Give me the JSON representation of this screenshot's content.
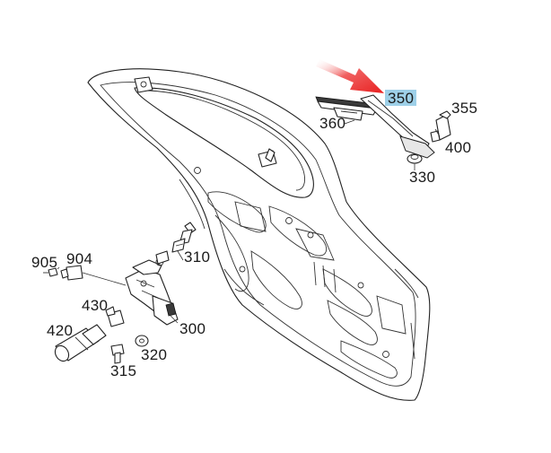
{
  "highlight_color": "#9ed0e8",
  "arrow_color": "#e82020",
  "callouts": [
    {
      "id": "350",
      "text": "350",
      "highlighted": true
    },
    {
      "id": "355",
      "text": "355"
    },
    {
      "id": "360",
      "text": "360"
    },
    {
      "id": "400",
      "text": "400"
    },
    {
      "id": "330",
      "text": "330"
    },
    {
      "id": "310",
      "text": "310"
    },
    {
      "id": "905",
      "text": "905"
    },
    {
      "id": "904",
      "text": "904"
    },
    {
      "id": "430",
      "text": "430"
    },
    {
      "id": "300",
      "text": "300"
    },
    {
      "id": "420",
      "text": "420"
    },
    {
      "id": "320",
      "text": "320"
    },
    {
      "id": "315",
      "text": "315"
    }
  ]
}
